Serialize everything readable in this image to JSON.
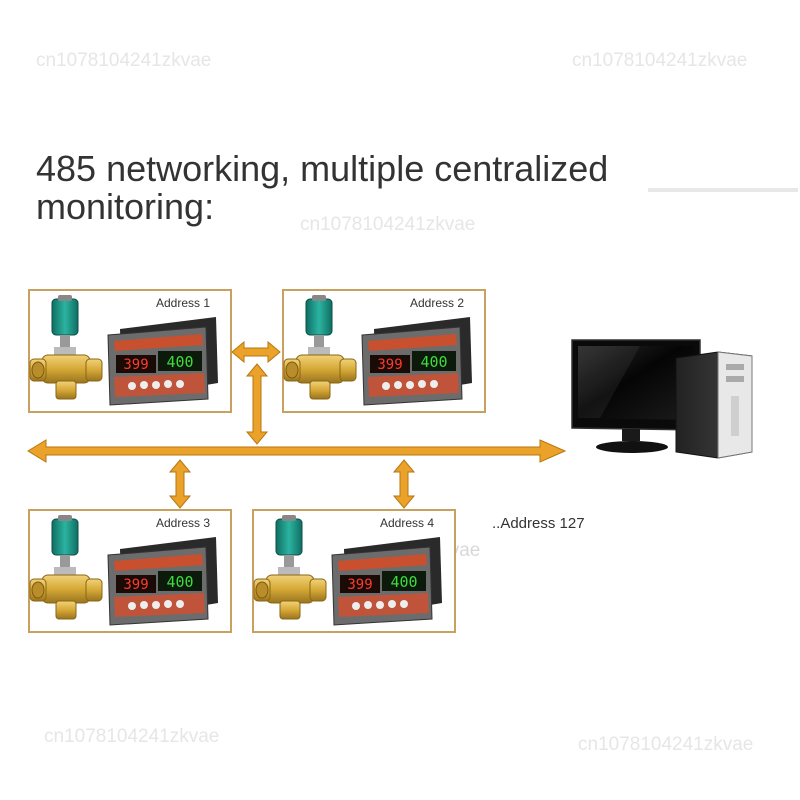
{
  "title": "485 networking, multiple centralized monitoring:",
  "watermark": "cn1078104241zkvae",
  "colors": {
    "arrow": "#eba22a",
    "arrow_stroke": "#b8760e",
    "box_border": "#c8a060",
    "valve_actuator": "#1f9b8a",
    "valve_body": "#d6a936",
    "display_red": "#ff3a2a",
    "display_green": "#3ddc3d",
    "monitor": "#111111"
  },
  "nodes": [
    {
      "label": "Address 1",
      "display_red": "399",
      "display_green": "400"
    },
    {
      "label": "Address 2",
      "display_red": "399",
      "display_green": "400"
    },
    {
      "label": "Address 3",
      "display_red": "399",
      "display_green": "400"
    },
    {
      "label": "Address 4",
      "display_red": "399",
      "display_green": "400"
    }
  ],
  "extra_label": "..Address 127",
  "icons": [
    "motorized-valve-icon",
    "controller-display-icon",
    "desktop-computer-icon",
    "bidirectional-arrow-icon"
  ]
}
